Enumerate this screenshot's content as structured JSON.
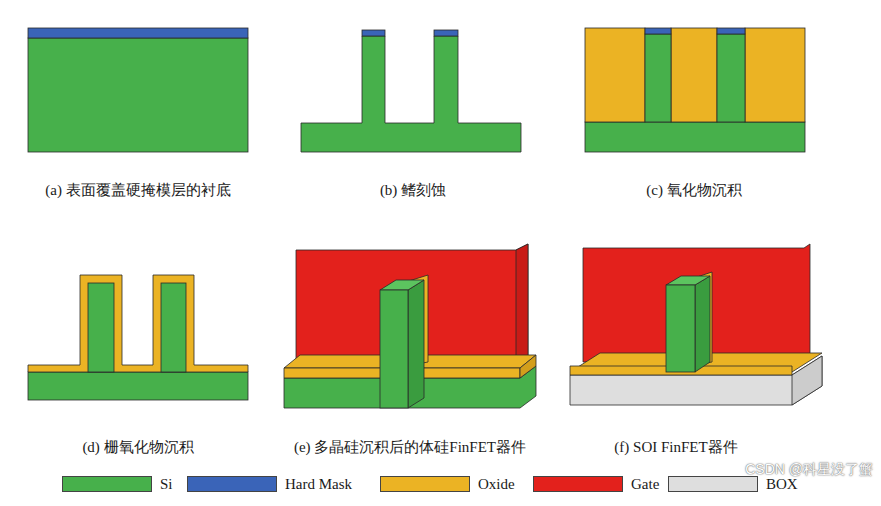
{
  "diagram": {
    "labels": [
      "(a) 表面覆盖硬掩模层的衬底",
      "(b) 鳍刻蚀",
      "(c) 氧化物沉积",
      "(d) 栅氧化物沉积",
      "(e) 多晶硅沉积后的体硅FinFET器件",
      "(f) SOI FinFET器件",
      "CSDN @科星没了蟹"
    ],
    "legend": [
      {
        "text": "Si",
        "color": "#47b04b"
      },
      {
        "text": "Hard Mask",
        "color": "#3a64b8"
      },
      {
        "text": "Oxide",
        "color": "#ebb324"
      },
      {
        "text": "Gate",
        "color": "#e3211c"
      },
      {
        "text": "BOX",
        "color": "#dedede"
      }
    ]
  }
}
